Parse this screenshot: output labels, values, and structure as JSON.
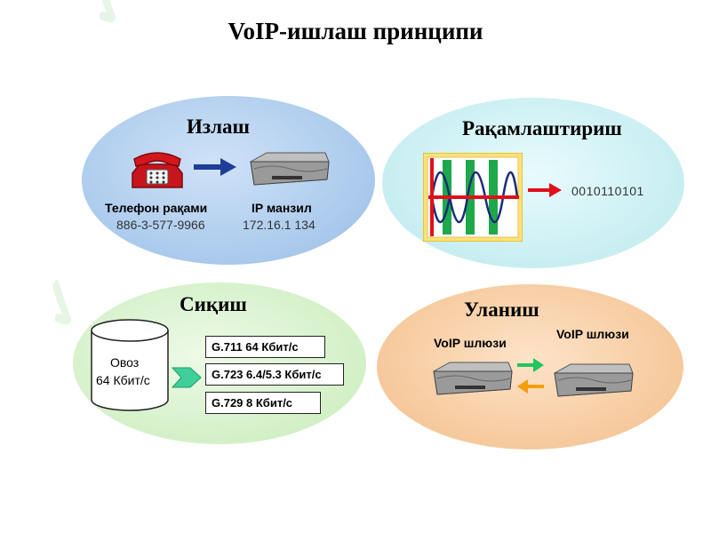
{
  "title": "VoIP-ишлаш принципи",
  "quadrants": {
    "search": {
      "title": "Излаш",
      "phone_label": "Телефон рақами",
      "phone_number": "886-3-577-9966",
      "ip_label": "IP манзил",
      "ip_address": "172.16.1 134"
    },
    "digitize": {
      "title": "Рақамлаштириш",
      "binary": "0010110101"
    },
    "compress": {
      "title": "Сиқиш",
      "voice_label": "Овоз",
      "voice_rate": "64 Кбит/с",
      "codecs": [
        "G.711   64 Кбит/с",
        "G.723 6.4/5.3 Кбит/с",
        "G.729  8 Кбит/с"
      ]
    },
    "connect": {
      "title": "Уланиш",
      "gateway_left": "VoIP шлюзи",
      "gateway_right": "VoIP шлюзи"
    }
  },
  "colors": {
    "blue_ellipse": "#a9c9ec",
    "cyan_ellipse": "#c8eef2",
    "green_ellipse": "#d3f0c7",
    "orange_ellipse": "#f6c99c",
    "arrow_blue": "#1f3d99",
    "arrow_red": "#e0101a",
    "arrow_green": "#22c55e",
    "arrow_orange": "#f59e0b"
  },
  "icons": [
    "telephone-icon",
    "router-icon",
    "waveform-icon",
    "cylinder-icon",
    "chevron-arrow-icon",
    "gateway-icon"
  ]
}
